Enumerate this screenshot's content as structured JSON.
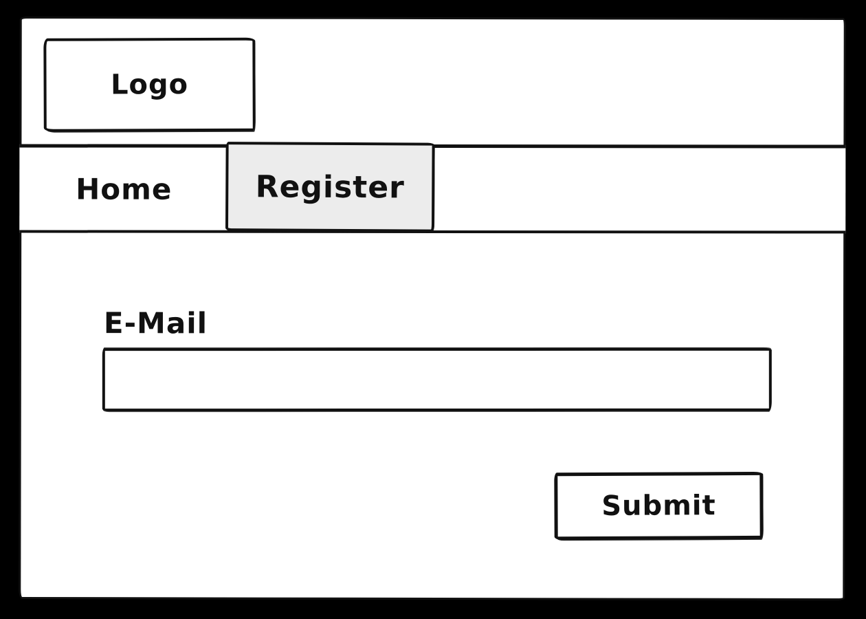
{
  "header": {
    "logo_label": "Logo"
  },
  "nav": {
    "items": [
      {
        "label": "Home",
        "active": false
      },
      {
        "label": "Register",
        "active": true
      }
    ]
  },
  "form": {
    "email_label": "E-Mail",
    "email_value": "",
    "submit_label": "Submit"
  },
  "colors": {
    "frame": "#000000",
    "page_background": "#ffffff",
    "ink": "#111111",
    "active_tab_background": "#ececec"
  }
}
